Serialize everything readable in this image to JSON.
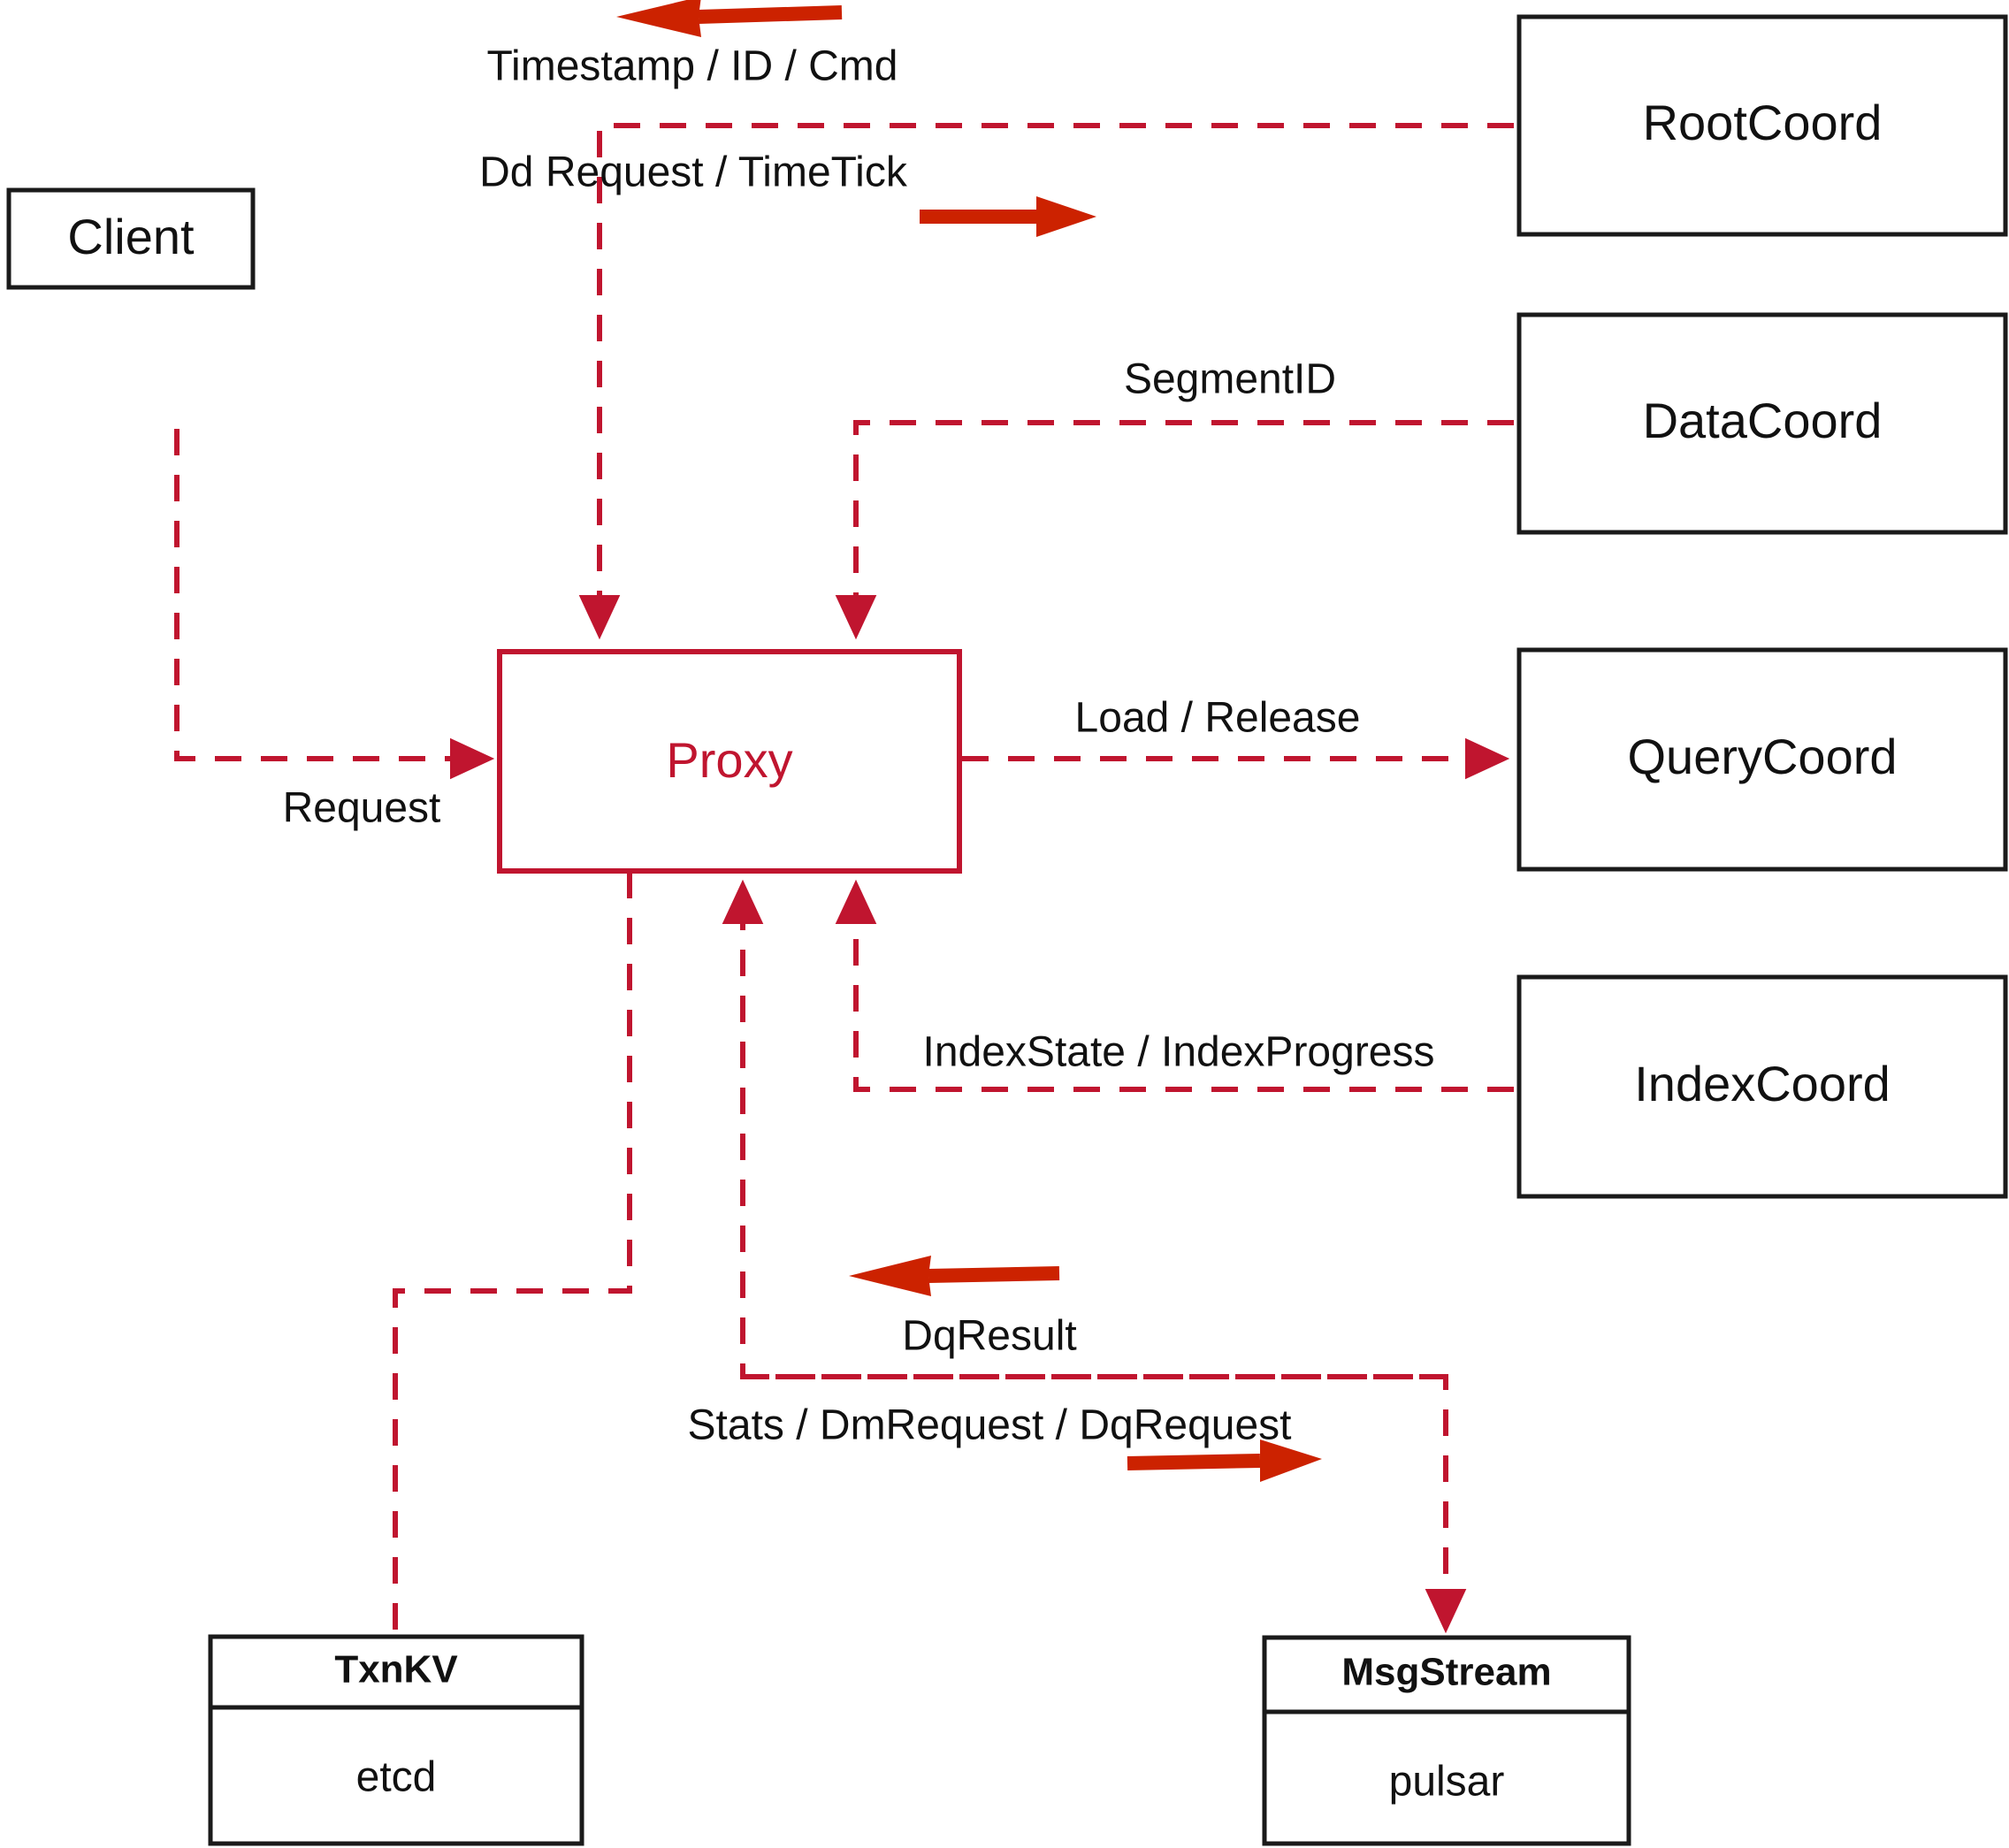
{
  "diagram": {
    "title": "Milvus Proxy component interaction diagram",
    "colors": {
      "edge_red": "#c0152f",
      "arrow_red": "#cc2200",
      "box_stroke": "#1a1a1a",
      "background": "#ffffff",
      "accent_text": "#c0152f"
    },
    "nodes": [
      {
        "id": "client",
        "label": "Client",
        "style": "plain"
      },
      {
        "id": "proxy",
        "label": "Proxy",
        "style": "accent"
      },
      {
        "id": "rootcoord",
        "label": "RootCoord",
        "style": "plain"
      },
      {
        "id": "datacoord",
        "label": "DataCoord",
        "style": "plain"
      },
      {
        "id": "querycoord",
        "label": "QueryCoord",
        "style": "plain"
      },
      {
        "id": "indexcoord",
        "label": "IndexCoord",
        "style": "plain"
      }
    ],
    "component_nodes": [
      {
        "id": "txnkv",
        "header": "TxnKV",
        "body": "etcd"
      },
      {
        "id": "msgstream",
        "header": "MsgStream",
        "body": "pulsar"
      }
    ],
    "edge_labels": {
      "timestamp_id_cmd": "Timestamp / ID / Cmd",
      "dd_request_timetick": "Dd Request / TimeTick",
      "segment_id": "SegmentID",
      "load_release": "Load / Release",
      "index_state_progress": "IndexState / IndexProgress",
      "request": "Request",
      "dq_result": "DqResult",
      "stats_dm_dq_request": "Stats / DmRequest / DqRequest"
    },
    "edges": [
      {
        "from": "rootcoord",
        "to": "proxy",
        "label": "Timestamp / ID / Cmd",
        "direction": "left"
      },
      {
        "from": "proxy",
        "to": "rootcoord",
        "label": "Dd Request / TimeTick",
        "direction": "right"
      },
      {
        "from": "datacoord",
        "to": "proxy",
        "label": "SegmentID",
        "direction": "left"
      },
      {
        "from": "proxy",
        "to": "querycoord",
        "label": "Load / Release",
        "direction": "right"
      },
      {
        "from": "indexcoord",
        "to": "proxy",
        "label": "IndexState / IndexProgress",
        "direction": "left"
      },
      {
        "from": "client",
        "to": "proxy",
        "label": "Request",
        "direction": "right"
      },
      {
        "from": "msgstream",
        "to": "proxy",
        "label": "DqResult",
        "direction": "left"
      },
      {
        "from": "proxy",
        "to": "msgstream",
        "label": "Stats / DmRequest / DqRequest",
        "direction": "right"
      },
      {
        "from": "proxy",
        "to": "txnkv",
        "label": "",
        "direction": "none"
      }
    ]
  }
}
